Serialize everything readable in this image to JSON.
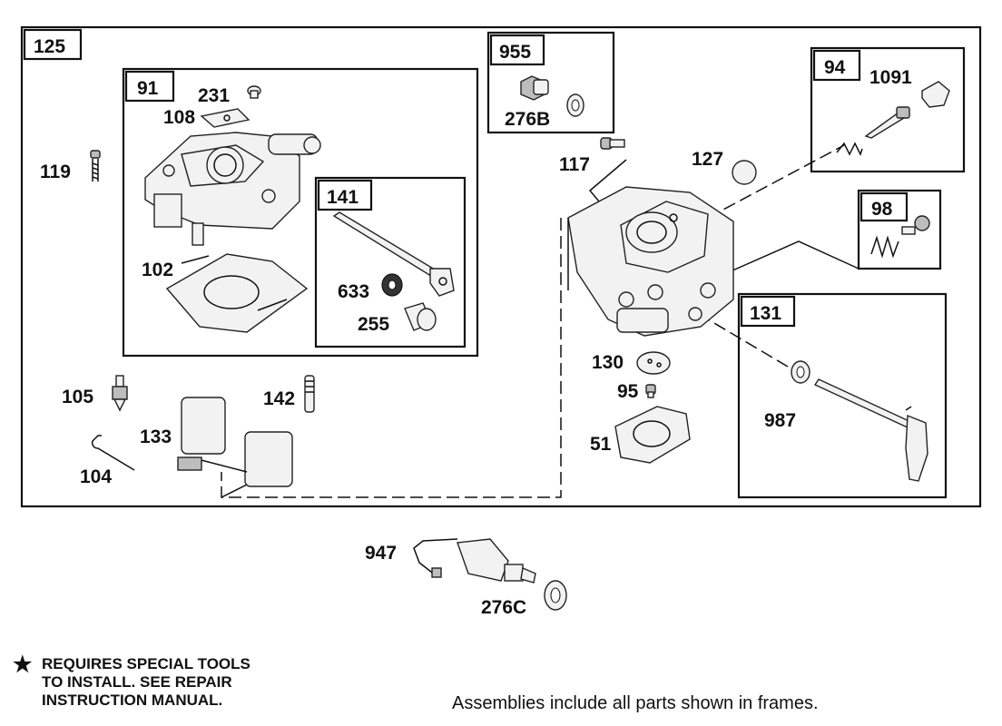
{
  "frames": {
    "f125": "125",
    "f91": "91",
    "f141": "141",
    "f955": "955",
    "f94": "94",
    "f98": "98",
    "f131": "131"
  },
  "labels": {
    "l231": "231",
    "l108": "108",
    "l119": "119",
    "l102": "102",
    "l633": "633",
    "l255": "255",
    "l276b": "276B",
    "l117": "117",
    "l127": "127",
    "l1091": "1091",
    "l130": "130",
    "l95": "95",
    "l51": "51",
    "l987": "987",
    "l105": "105",
    "l142": "142",
    "l133": "133",
    "l104": "104",
    "l947": "947",
    "l276c": "276C"
  },
  "notes": {
    "special_tools_star": "★",
    "special_tools_line1": "REQUIRES SPECIAL TOOLS",
    "special_tools_line2": "TO INSTALL.  SEE REPAIR",
    "special_tools_line3": "INSTRUCTION MANUAL.",
    "assemblies": "Assemblies include all parts shown in frames."
  }
}
